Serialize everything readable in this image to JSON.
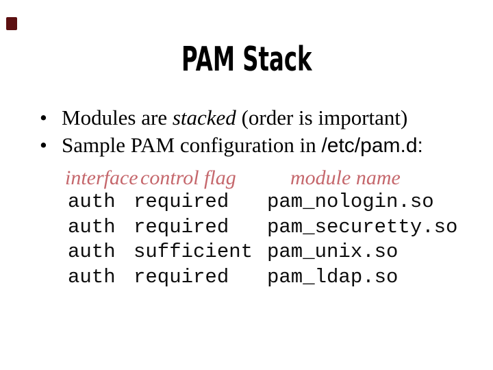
{
  "slide": {
    "title": "PAM Stack",
    "bullet_char": "•",
    "bullets": [
      {
        "pre": "Modules are ",
        "em": "stacked",
        "post": " (order is important)"
      },
      {
        "pre": "Sample PAM configuration in ",
        "path": "/etc/pam.d:"
      }
    ],
    "config_table": {
      "headers": [
        "interface",
        "control flag",
        "module name"
      ],
      "rows": [
        {
          "interface": "auth",
          "flag": "required",
          "module": "pam_nologin.so"
        },
        {
          "interface": "auth",
          "flag": "required",
          "module": "pam_securetty.so"
        },
        {
          "interface": "auth",
          "flag": "sufficient",
          "module": "pam_unix.so"
        },
        {
          "interface": "auth",
          "flag": "required",
          "module": "pam_ldap.so"
        }
      ]
    },
    "colors": {
      "header_text": "#c5676c",
      "corner_mark": "#5c1011",
      "title_text": "#000000",
      "body_text": "#000000",
      "background": "#ffffff"
    }
  }
}
